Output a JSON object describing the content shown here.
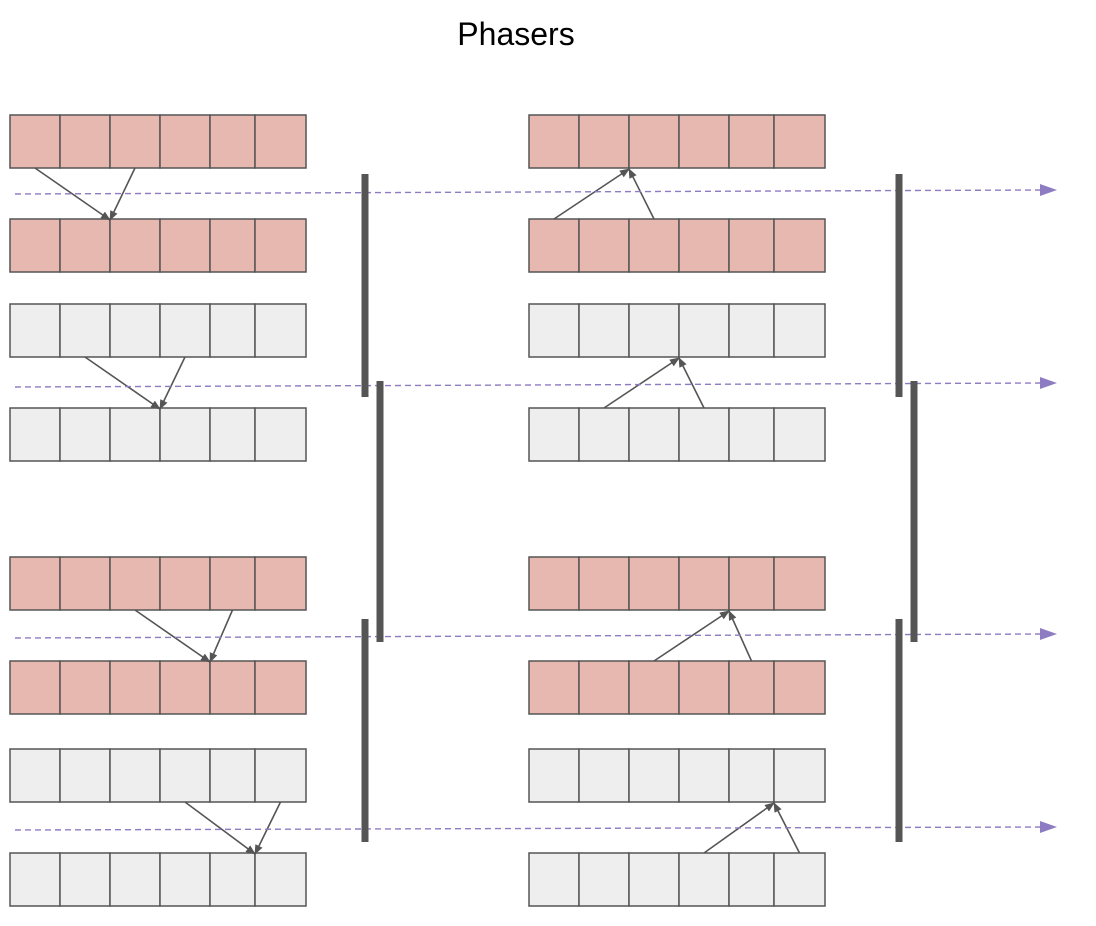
{
  "title": "Phasers",
  "colors": {
    "active_cell": "#e6b8b0",
    "idle_cell": "#eeeeee",
    "cell_border": "#555555",
    "arrow": "#555555",
    "barrier": "#555555",
    "timeline": "#8e7cc3"
  },
  "columns": [
    {
      "rows": [
        {
          "state": "active",
          "cells": 6
        },
        {
          "state": "active",
          "cells": 6
        },
        {
          "state": "idle",
          "cells": 6
        },
        {
          "state": "idle",
          "cells": 6
        },
        {
          "state": "active",
          "cells": 6
        },
        {
          "state": "active",
          "cells": 6
        },
        {
          "state": "idle",
          "cells": 6
        },
        {
          "state": "idle",
          "cells": 6
        }
      ],
      "dependencies": [
        {
          "from_row": 0,
          "to_row": 1,
          "direction": "down",
          "target_cell": 1,
          "source_cells": [
            0,
            2
          ]
        },
        {
          "from_row": 2,
          "to_row": 3,
          "direction": "down",
          "target_cell": 2,
          "source_cells": [
            1,
            3
          ]
        },
        {
          "from_row": 4,
          "to_row": 5,
          "direction": "down",
          "target_cell": 3,
          "source_cells": [
            2,
            4
          ]
        },
        {
          "from_row": 6,
          "to_row": 7,
          "direction": "down",
          "target_cell": 4,
          "source_cells": [
            3,
            5
          ]
        }
      ]
    },
    {
      "rows": [
        {
          "state": "active",
          "cells": 6
        },
        {
          "state": "active",
          "cells": 6
        },
        {
          "state": "idle",
          "cells": 6
        },
        {
          "state": "idle",
          "cells": 6
        },
        {
          "state": "active",
          "cells": 6
        },
        {
          "state": "active",
          "cells": 6
        },
        {
          "state": "idle",
          "cells": 6
        },
        {
          "state": "idle",
          "cells": 6
        }
      ],
      "dependencies": [
        {
          "from_row": 1,
          "to_row": 0,
          "direction": "up",
          "target_cell": 1,
          "source_cells": [
            0,
            2
          ]
        },
        {
          "from_row": 3,
          "to_row": 2,
          "direction": "up",
          "target_cell": 2,
          "source_cells": [
            1,
            3
          ]
        },
        {
          "from_row": 5,
          "to_row": 4,
          "direction": "up",
          "target_cell": 3,
          "source_cells": [
            2,
            4
          ]
        },
        {
          "from_row": 7,
          "to_row": 6,
          "direction": "up",
          "target_cell": 4,
          "source_cells": [
            3,
            5
          ]
        }
      ]
    }
  ],
  "timelines": 4,
  "barrier_groups": 2
}
